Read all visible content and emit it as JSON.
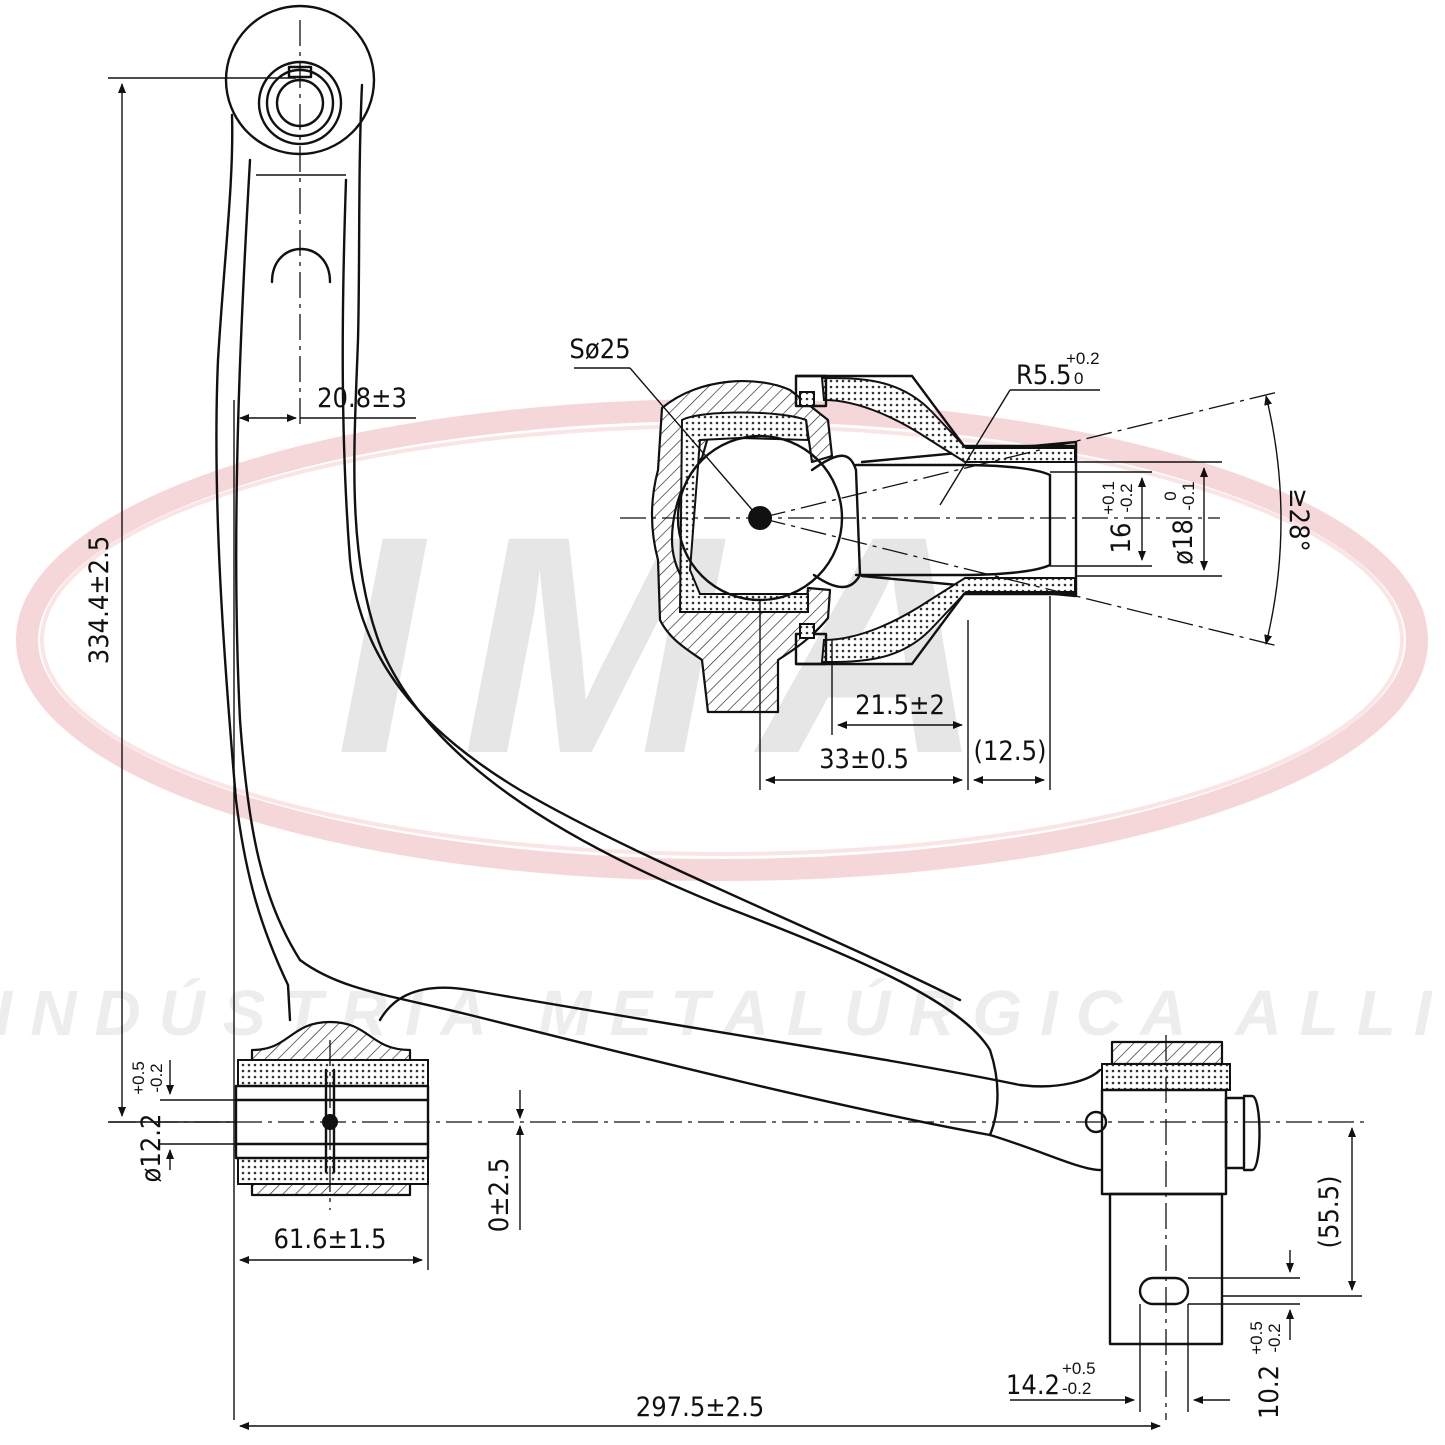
{
  "watermark": {
    "logo_text": "IMA",
    "company": "INDÚSTRIA METALÚRGICA ALLI",
    "colors": {
      "logo_gray": "#e6e6e6",
      "ring_red": "#f3c9cc"
    }
  },
  "dimensions": {
    "overall_height": "334.4±2.5",
    "offset_top": "20.8±3",
    "bushing_diameter": "ø12.2",
    "bushing_diameter_tol_upper": "+0.5",
    "bushing_diameter_tol_lower": "-0.2",
    "bushing_width": "61.6±1.5",
    "center_offset": "0±2.5",
    "overall_length": "297.5±2.5",
    "pin_width": "14.2",
    "pin_width_tol_upper": "+0.5",
    "pin_width_tol_lower": "-0.2",
    "pin_hole": "10.2",
    "pin_hole_tol_upper": "+0.5",
    "pin_hole_tol_lower": "-0.2",
    "pin_height": "(55.5)"
  },
  "ball_joint": {
    "ball_diameter": "Sø25",
    "radius": "R5.5",
    "radius_tol_upper": "+0.2",
    "radius_tol_lower": "0",
    "stud_diameter_inner": "16",
    "stud_inner_tol_upper": "+0.1",
    "stud_inner_tol_lower": "-0.2",
    "stud_diameter_outer": "ø18",
    "stud_outer_tol_upper": "0",
    "stud_outer_tol_lower": "-0.1",
    "angle": "≥28°",
    "boot_length": "21.5±2",
    "stud_length": "33±0.5",
    "stud_end": "(12.5)"
  }
}
